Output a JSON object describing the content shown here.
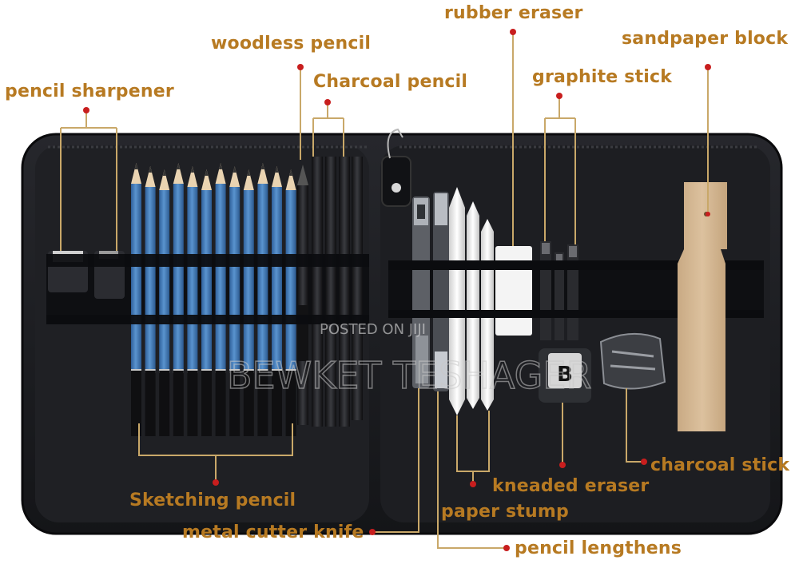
{
  "labels": {
    "rubber_eraser": "rubber eraser",
    "woodless_pencil": "woodless pencil",
    "sandpaper_block": "sandpaper block",
    "pencil_sharpener": "pencil sharpener",
    "charcoal_pencil": "Charcoal pencil",
    "graphite_stick": "graphite stick",
    "charcoal_stick": "charcoal stick",
    "kneaded_eraser": "kneaded eraser",
    "sketching_pencil": "Sketching pencil",
    "paper_stump": "paper stump",
    "metal_cutter_knife": "metal cutter knife",
    "pencil_lengthens": "pencil lengthens"
  },
  "watermark": {
    "posted": "POSTED ON JIJI",
    "name": "BEWKET TESHAGER"
  },
  "eraser_letter": "B",
  "colors": {
    "label_text": "#b77a22",
    "leader_line": "#c9a869",
    "leader_dot": "#c81e1e",
    "case": "#1b1c20",
    "pencil_blue": "#3f78b4",
    "sandpaper": "#d3b692"
  }
}
